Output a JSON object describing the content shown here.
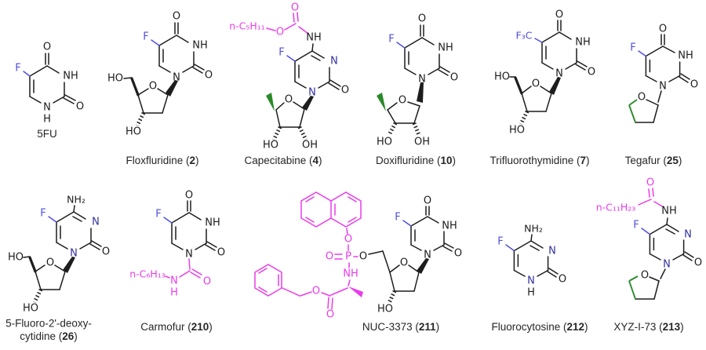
{
  "colors": {
    "bond": "#1d1d1d",
    "caption": "#262626",
    "fluorine": "#4f4fe0",
    "nitrogen": "#31319e",
    "magenta": "#ea3bea",
    "green": "#2a8a2a"
  },
  "glyphs": {
    "F": "F",
    "O": "O",
    "N": "N",
    "NH": "NH",
    "NH2": "NH₂",
    "H": "H",
    "HO": "HO",
    "OH": "OH",
    "F3C": "F₃C",
    "P": "P",
    "pentyl": "n-C₅H₁₁",
    "hexyl": "n-C₆H₁₃",
    "undecyl": "n-C₁₁H₂₃"
  },
  "compounds": [
    {
      "id": "5fu",
      "pre": "5FU",
      "num": "",
      "post": ""
    },
    {
      "id": "floxfluridine",
      "pre": "Floxfluridine (",
      "num": "2",
      "post": ")"
    },
    {
      "id": "capecitabine",
      "pre": "Capecitabine (",
      "num": "4",
      "post": ")"
    },
    {
      "id": "doxifluridine",
      "pre": "Doxifluridine (",
      "num": "10",
      "post": ")"
    },
    {
      "id": "trifluorothymidine",
      "pre": "Trifluorothymidine (",
      "num": "7",
      "post": ")"
    },
    {
      "id": "tegafur",
      "pre": "Tegafur (",
      "num": "25",
      "post": ")"
    },
    {
      "id": "5f-deoxycytidine",
      "line1": "5-Fluoro-2'-deoxy-",
      "pre": "cytidine (",
      "num": "26",
      "post": ")"
    },
    {
      "id": "carmofur",
      "pre": "Carmofur (",
      "num": "210",
      "post": ")"
    },
    {
      "id": "nuc-3373",
      "pre": "NUC-3373 (",
      "num": "211",
      "post": ")"
    },
    {
      "id": "fluorocytosine",
      "pre": "Fluorocytosine (",
      "num": "212",
      "post": ")"
    },
    {
      "id": "xyz-i-73",
      "pre": "XYZ-I-73 (",
      "num": "213",
      "post": ")"
    }
  ]
}
